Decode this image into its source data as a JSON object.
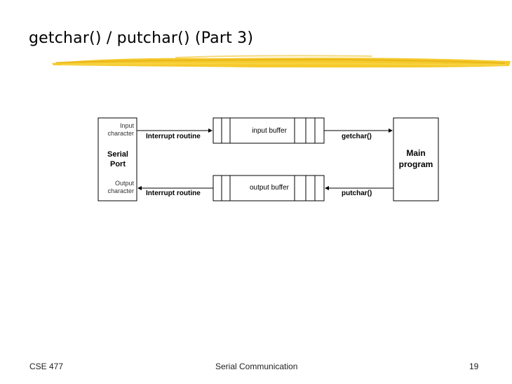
{
  "slide": {
    "title": "getchar() / putchar() (Part 3)"
  },
  "diagram": {
    "serial_port": {
      "input_label_line1": "Input",
      "input_label_line2": "character",
      "name_line1": "Serial",
      "name_line2": "Port",
      "output_label_line1": "Output",
      "output_label_line2": "character"
    },
    "top_path": {
      "routine": "Interrupt routine",
      "buffer": "input buffer",
      "function": "getchar()"
    },
    "bottom_path": {
      "routine": "Interrupt routine",
      "buffer": "output buffer",
      "function": "putchar()"
    },
    "main_program": {
      "line1": "Main",
      "line2": "program"
    }
  },
  "footer": {
    "course": "CSE 477",
    "topic": "Serial Communication",
    "page_number": "19"
  },
  "colors": {
    "accent_highlight": "#f2c419"
  }
}
